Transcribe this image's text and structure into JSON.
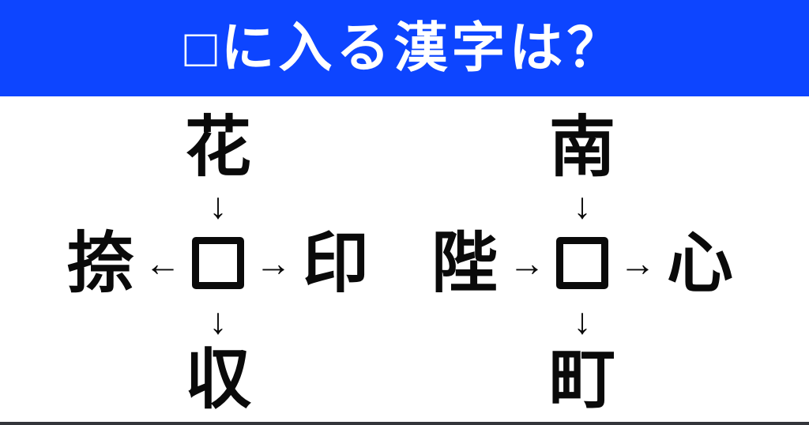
{
  "header": {
    "title": "□に入る漢字は？",
    "bg_color": "#0d45ff",
    "text_color": "#ffffff"
  },
  "puzzles": [
    {
      "id": "left",
      "top_kanji": "花",
      "arrow_top": "↓",
      "middle": {
        "left_kanji": "捺",
        "arrow_left": "←",
        "center": "□",
        "arrow_right": "→",
        "right_kanji": "印"
      },
      "arrow_bottom": "↓",
      "bottom_kanji": "収"
    },
    {
      "id": "right",
      "top_kanji": "南",
      "arrow_top": "↓",
      "middle": {
        "left_kanji": "陛",
        "arrow_left": "→",
        "center": "□",
        "arrow_right": "→",
        "right_kanji": "心"
      },
      "arrow_bottom": "↓",
      "bottom_kanji": "町"
    }
  ],
  "footer": {
    "bar_color": "#33353a"
  },
  "ink_color": "#0a0a0a",
  "background_color": "#ffffff"
}
